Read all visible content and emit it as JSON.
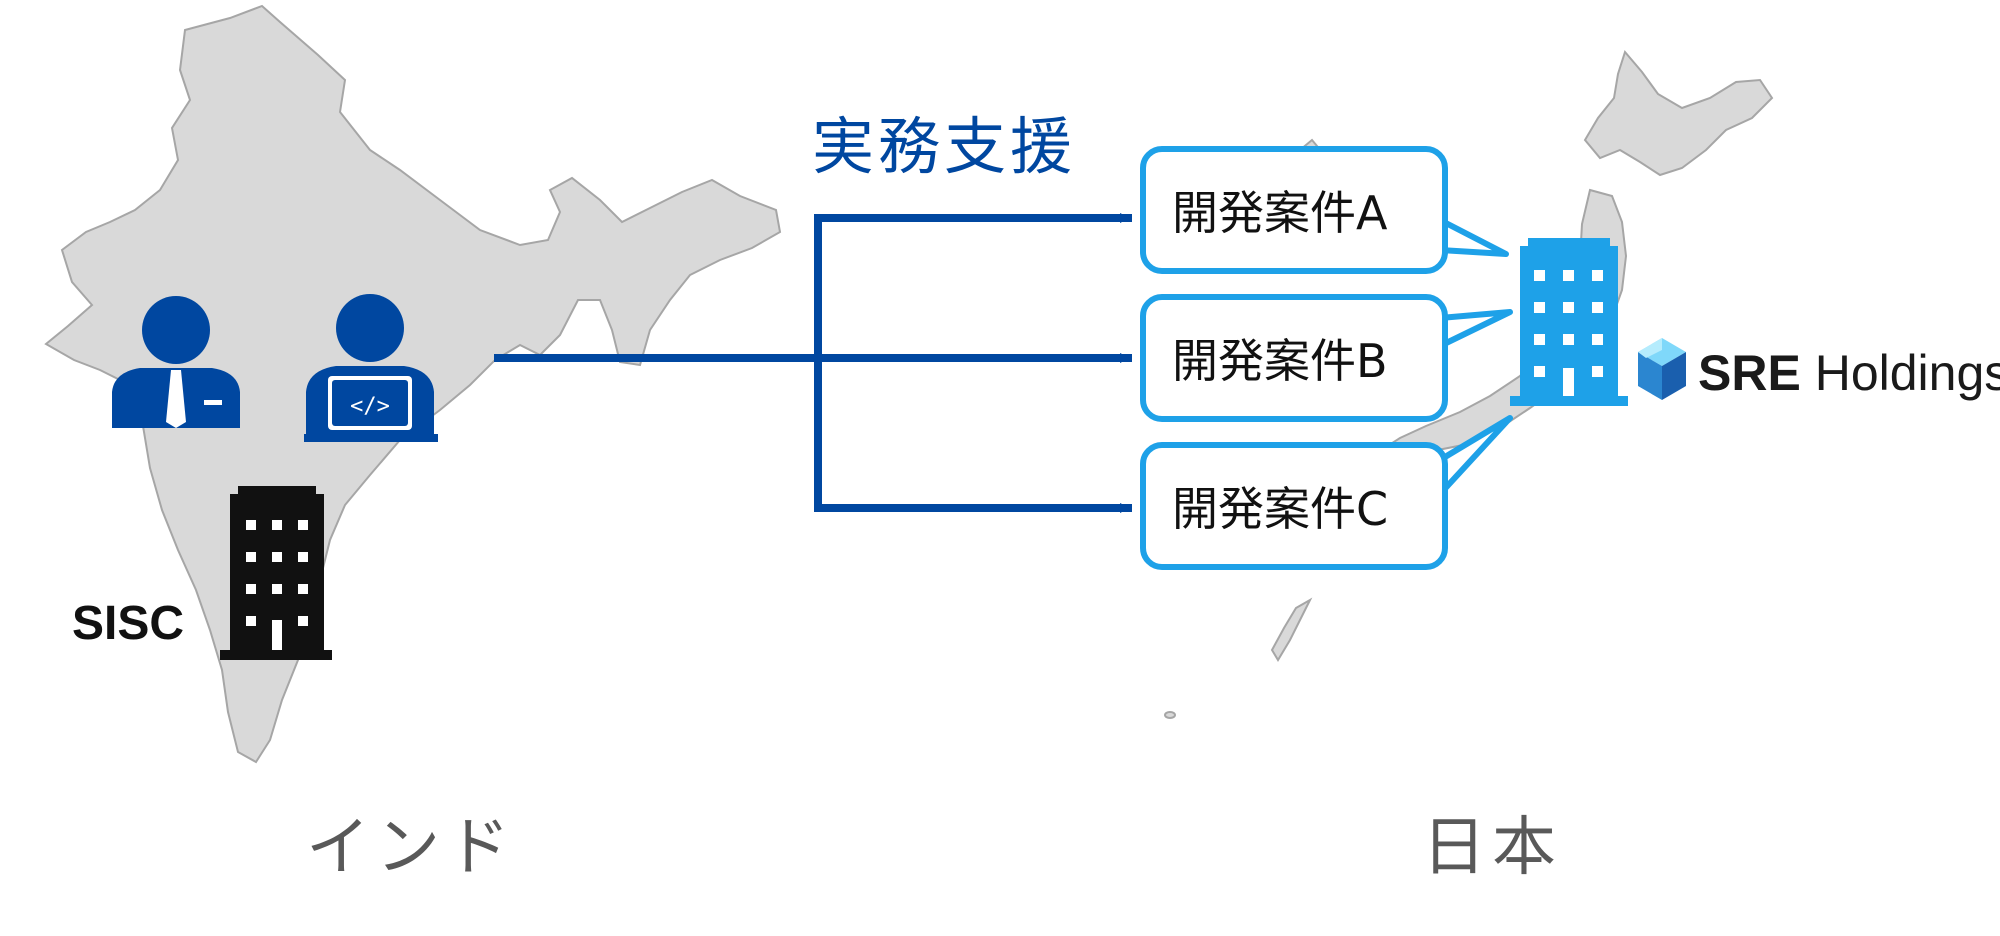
{
  "regions": {
    "india_label": "インド",
    "japan_label": "日本"
  },
  "support_label": "実務支援",
  "sisc": {
    "label": "SISC"
  },
  "cases": [
    {
      "label": "開発案件A"
    },
    {
      "label": "開発案件B"
    },
    {
      "label": "開発案件C"
    }
  ],
  "brand": {
    "prefix": "SRE",
    "suffix": "Holdings"
  },
  "colors": {
    "map_fill": "#d9d9d9",
    "map_stroke": "#a6a6a6",
    "arrow": "#0047a0",
    "person_icon": "#0047a0",
    "bubble_border": "#1ea1e8",
    "japan_building": "#1ea1e8",
    "india_building": "#111111",
    "logo_light": "#5bc8f5",
    "logo_dark": "#1f6fbf"
  },
  "icons": [
    "businessman-icon",
    "developer-laptop-icon",
    "office-building-icon",
    "sre-logo-icon"
  ]
}
